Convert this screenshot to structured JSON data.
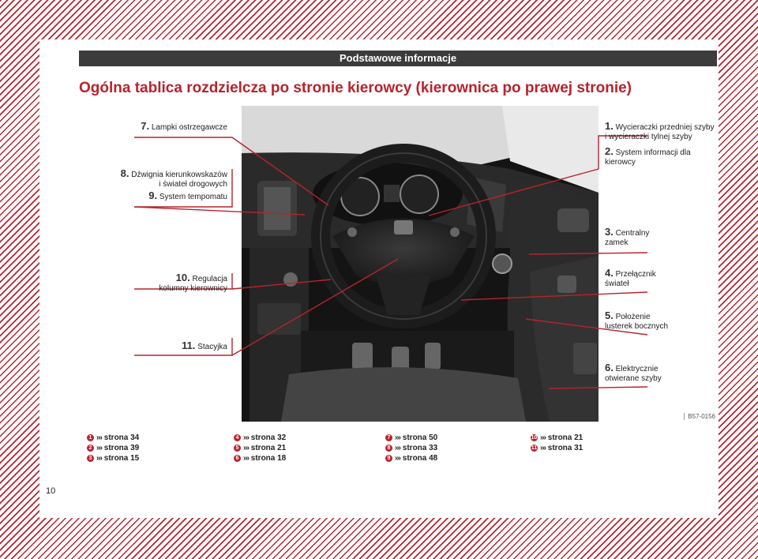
{
  "header": {
    "section_title": "Podstawowe informacje"
  },
  "heading": "Ogólna tablica rozdzielcza po stronie kierowcy (kierownica po prawej stronie)",
  "figure": {
    "code": "B57-0156",
    "callouts_left": [
      {
        "num": "7.",
        "text": "Lampki ostrzegawcze"
      },
      {
        "num": "8.",
        "text": "Dźwignia kierunkowskazów",
        "text2": "i świateł drogowych"
      },
      {
        "num": "9.",
        "text": "System tempomatu"
      },
      {
        "num": "10.",
        "text": "Regulacja",
        "text2": "kolumny kierownicy"
      },
      {
        "num": "11.",
        "text": "Stacyjka"
      }
    ],
    "callouts_right": [
      {
        "num": "1.",
        "text": "Wycieraczki przedniej szyby",
        "text2": "i wycieraczki tylnej szyby"
      },
      {
        "num": "2.",
        "text": "System informacji dla",
        "text2": "kierowcy"
      },
      {
        "num": "3.",
        "text": "Centralny",
        "text2": "zamek"
      },
      {
        "num": "4.",
        "text": "Przełącznik",
        "text2": "świateł"
      },
      {
        "num": "5.",
        "text": "Położenie",
        "text2": "lusterek bocznych"
      },
      {
        "num": "6.",
        "text": "Elektrycznie",
        "text2": "otwierane szyby"
      }
    ]
  },
  "references": [
    [
      {
        "n": "1",
        "t": "strona 34"
      },
      {
        "n": "2",
        "t": "strona 39"
      },
      {
        "n": "3",
        "t": "strona 15"
      }
    ],
    [
      {
        "n": "4",
        "t": "strona 32"
      },
      {
        "n": "5",
        "t": "strona 21"
      },
      {
        "n": "6",
        "t": "strona 18"
      }
    ],
    [
      {
        "n": "7",
        "t": "strona 50"
      },
      {
        "n": "8",
        "t": "strona 33"
      },
      {
        "n": "9",
        "t": "strona 48"
      }
    ],
    [
      {
        "n": "10",
        "t": "strona 21"
      },
      {
        "n": "11",
        "t": "strona 31"
      }
    ]
  ],
  "arrow_glyph": "›››",
  "page_number": "10",
  "colors": {
    "accent": "#b8232d",
    "header_bg": "#3c3c3c"
  }
}
